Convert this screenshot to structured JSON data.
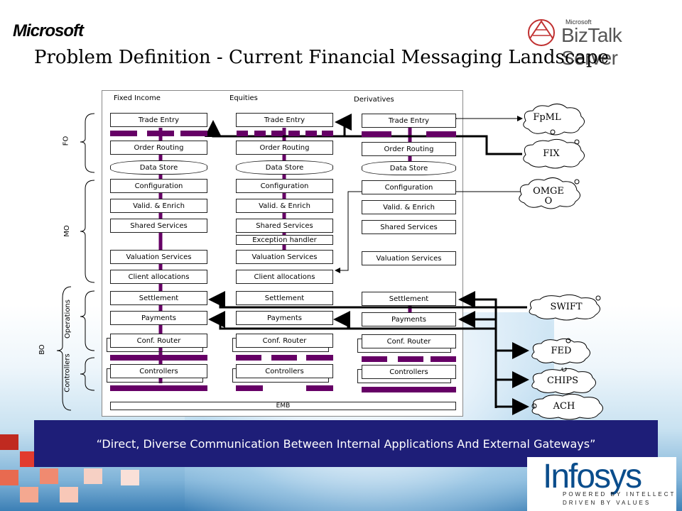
{
  "header": {
    "microsoft_logo": "Microsoft",
    "biztalk_small": "Microsoft",
    "biztalk_logo": "BizTalk Server",
    "title": "Problem Definition - Current Financial Messaging Landscape"
  },
  "columns": {
    "fixed_income": "Fixed Income",
    "equities": "Equities",
    "derivatives": "Derivatives"
  },
  "boxes": {
    "trade_entry": "Trade Entry",
    "order_routing": "Order Routing",
    "data_store": "Data Store",
    "configuration": "Configuration",
    "valid_enrich": "Valid. & Enrich",
    "shared_services": "Shared Services",
    "exception_handler": "Exception  handler",
    "valuation_services": "Valuation Services",
    "client_allocations": "Client allocations",
    "settlement": "Settlement",
    "payments": "Payments",
    "conf_router": "Conf. Router",
    "controllers": "Controllers",
    "emb": "EMB"
  },
  "side_labels": {
    "fo": "FO",
    "mo": "MO",
    "bo": "BO",
    "operations": "Operations",
    "controllers": "Controllers"
  },
  "gateways": {
    "fpml": "FpML",
    "fix": "FIX",
    "omgeo": "OMGE O",
    "swift": "SWIFT",
    "fed": "FED",
    "chips": "CHIPS",
    "ach": "ACH"
  },
  "banner": {
    "text": "“Direct, Diverse Communication Between Internal Applications And  External Gateways”"
  },
  "footer": {
    "infosys_logo": "Infosys",
    "tagline_1": "POWERED BY INTELLECT",
    "tagline_2": "DRIVEN BY VALUES"
  },
  "colors": {
    "bar": "#660066",
    "banner": "#1e1e78",
    "infosys_blue": "#0a4d8c"
  }
}
